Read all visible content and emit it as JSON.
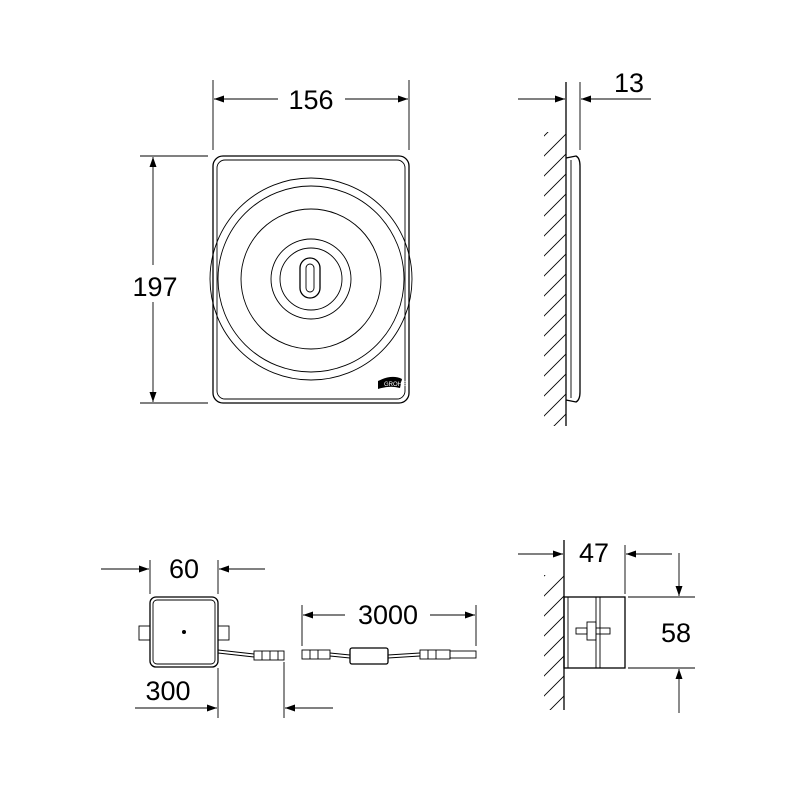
{
  "dimensions": {
    "plate_width": "156",
    "plate_height": "197",
    "plate_depth": "13",
    "box_width": "60",
    "box_cable": "300",
    "cable_length": "3000",
    "box_depth": "47",
    "box_height": "58"
  },
  "colors": {
    "line": "#000000",
    "background": "#ffffff"
  },
  "logo": "GROHE"
}
